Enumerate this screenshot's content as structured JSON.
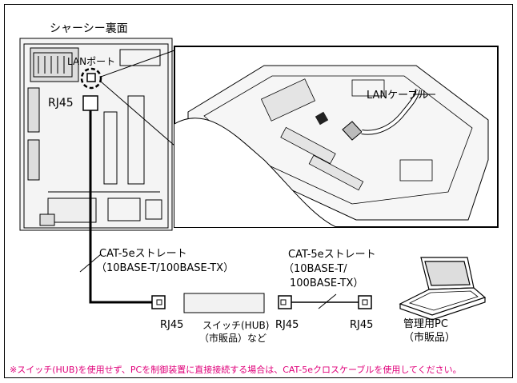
{
  "labels": {
    "chassis_back": "シャーシー裏面",
    "lan_port": "LANポート",
    "rj45_chassis": "RJ45",
    "lan_cable": "LANケーブル",
    "cable1_line1": "CAT-5eストレート",
    "cable1_line2": "（10BASE-T/100BASE-TX）",
    "cable2_line1": "CAT-5eストレート",
    "cable2_line2": "（10BASE-T/",
    "cable2_line3": "100BASE-TX）",
    "rj45_left": "RJ45",
    "switch_line1": "スイッチ(HUB)",
    "switch_line2": "（市販品）など",
    "rj45_mid": "RJ45",
    "rj45_right": "RJ45",
    "pc_line1": "管理用PC",
    "pc_line2": "（市販品）"
  },
  "note": "※スイッチ(HUB)を使用せず、PCを制御装置に直接接続する場合は、CAT-5eクロスケーブルを使用してください。",
  "colors": {
    "note": "#e0007a",
    "line": "#000000",
    "panel": "#f2f2f2"
  }
}
